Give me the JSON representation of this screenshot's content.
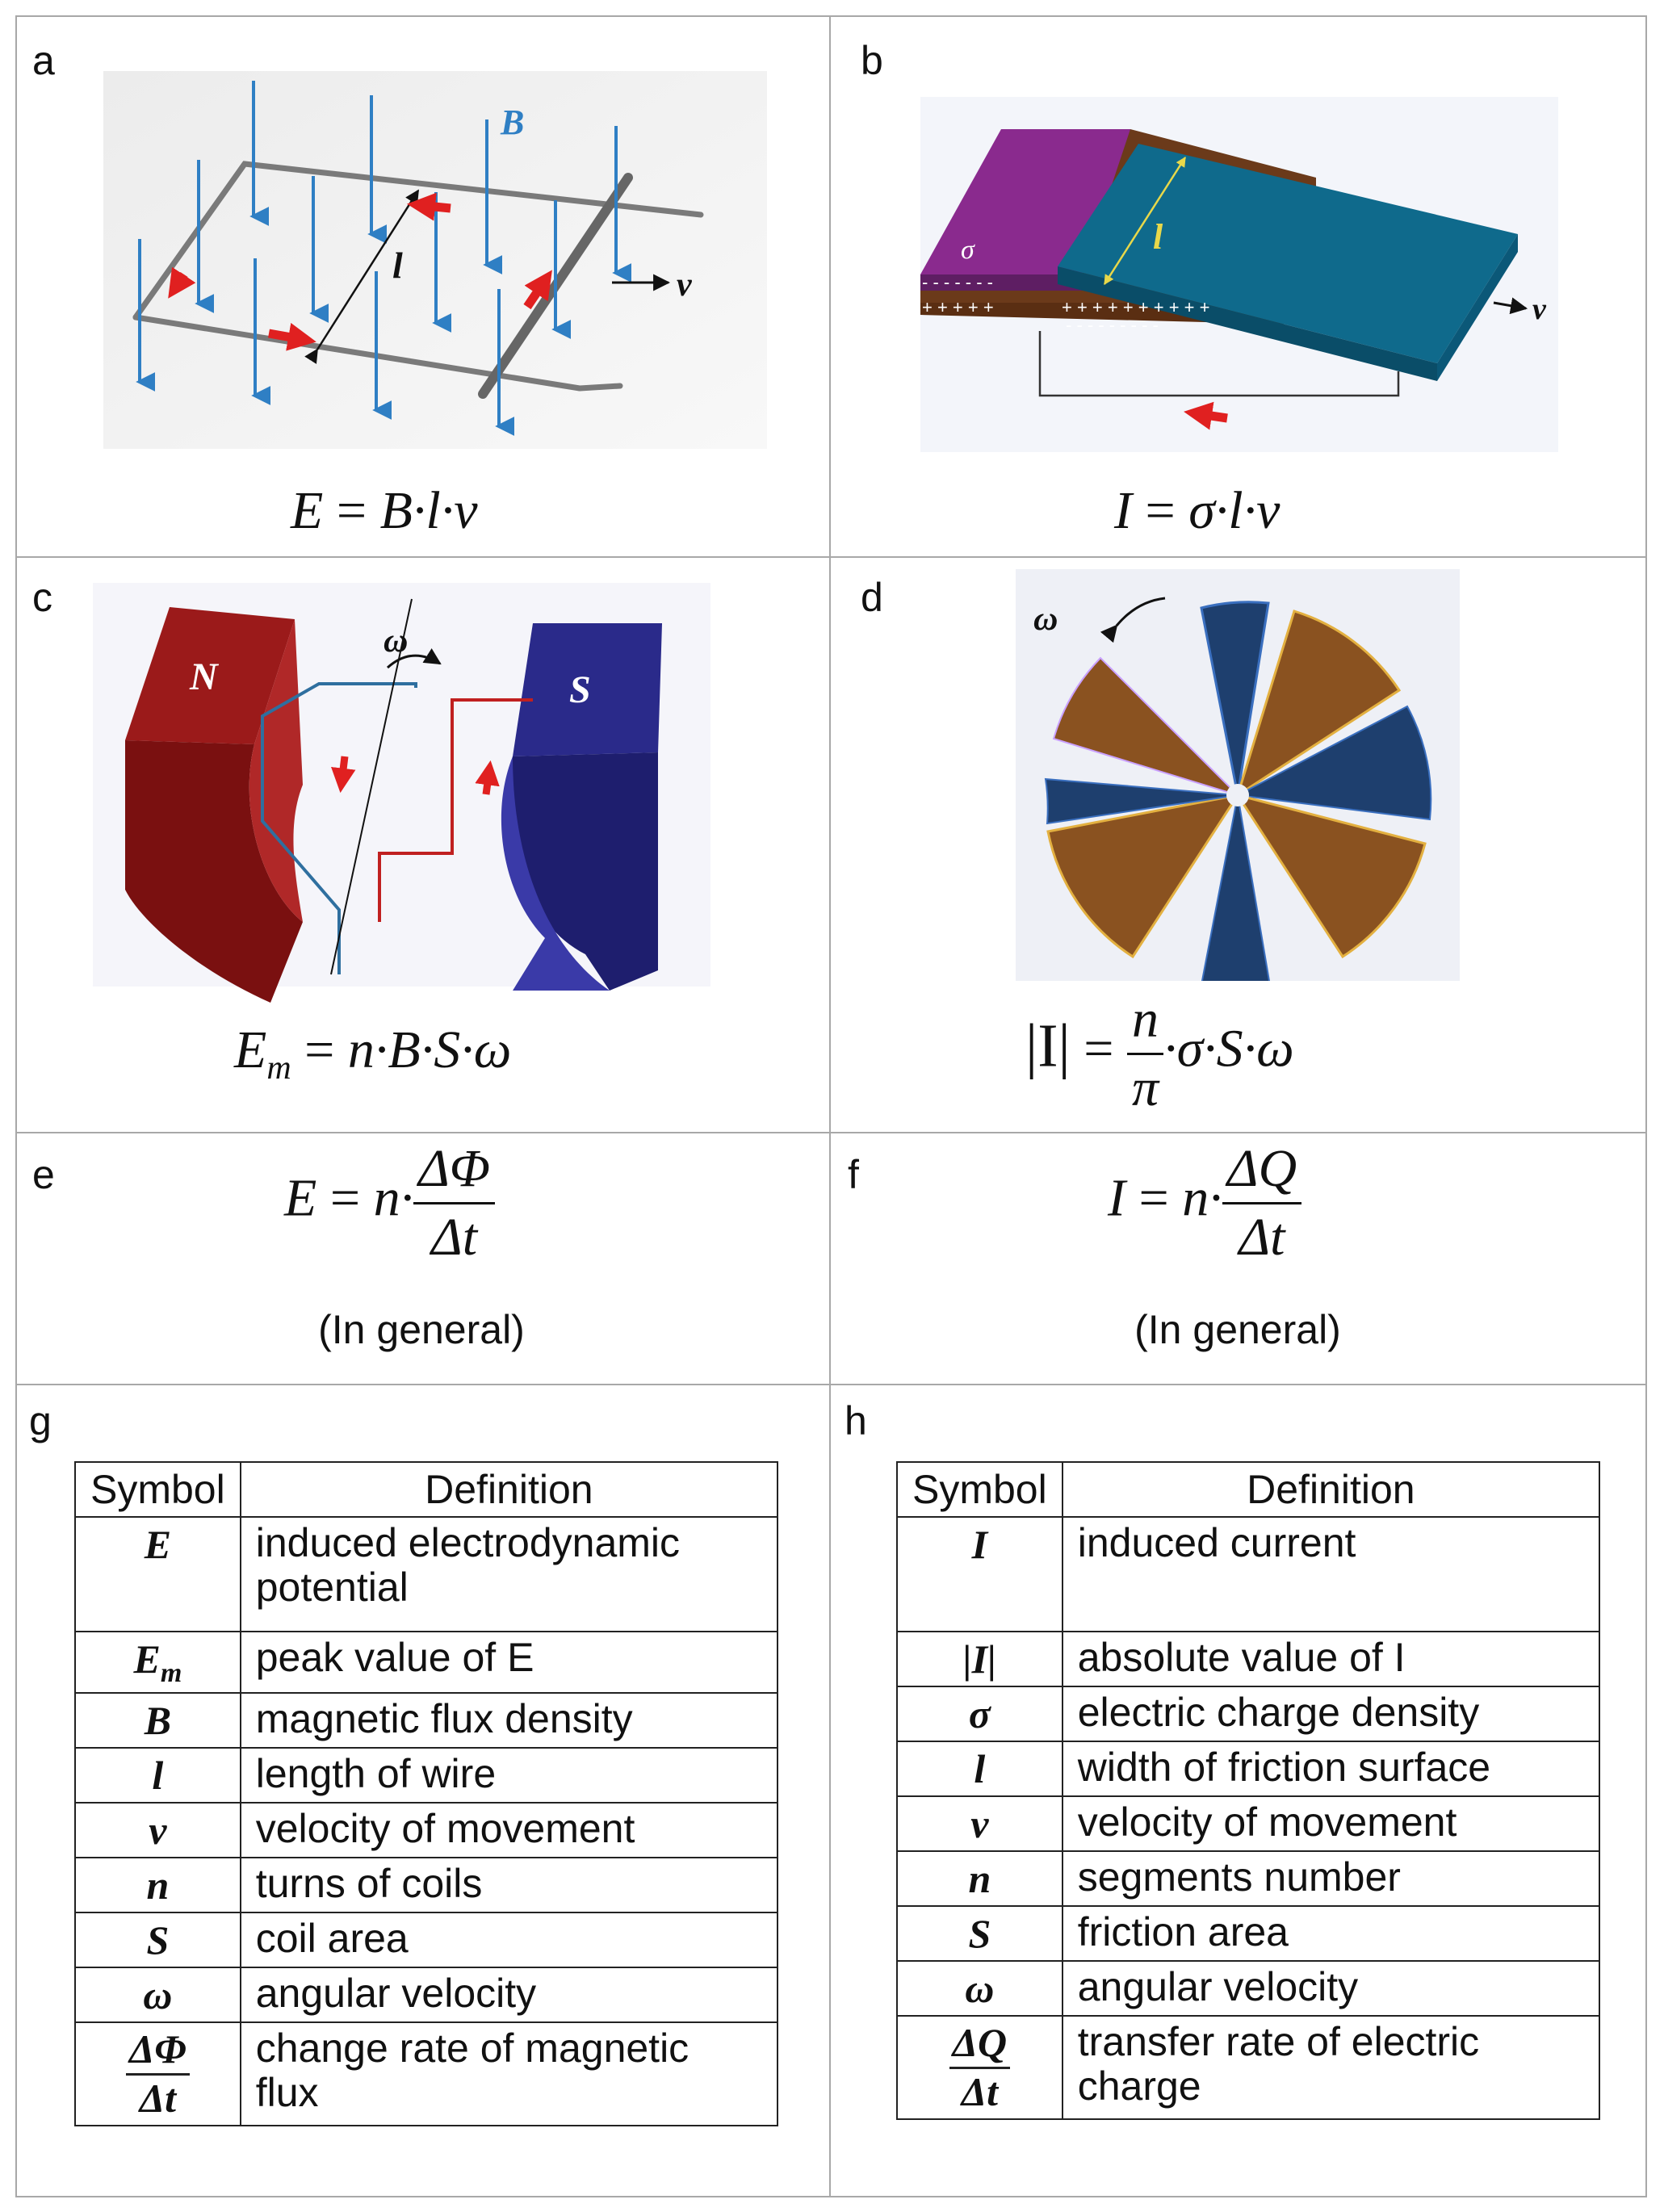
{
  "panels": {
    "a": {
      "label": "a",
      "field_label": "B",
      "length_label": "l",
      "velocity_label": "v",
      "formula": {
        "lhs": "E",
        "eq": "=",
        "rhs": "B·l·v"
      }
    },
    "b": {
      "label": "b",
      "sigma_label": "σ",
      "length_label": "l",
      "velocity_label": "v",
      "minus_row": "- - - - - - -",
      "plus_row": "+ + + + + + + + + +",
      "minus_row_lower": "- - - - - - - - -",
      "plus_row_lower": "+ + + + +",
      "formula": {
        "lhs": "I",
        "eq": "=",
        "rhs": "σ·l·v"
      }
    },
    "c": {
      "label": "c",
      "omega_label": "ω",
      "north_label": "N",
      "south_label": "S",
      "formula": {
        "lhs": "E",
        "sub": "m",
        "eq": "=",
        "rhs": "n·B·S·ω"
      }
    },
    "d": {
      "label": "d",
      "omega_label": "ω",
      "formula": {
        "lhs": "|I|",
        "eq": "=",
        "num": "n",
        "den": "π",
        "rhs": "·σ·S·ω"
      }
    },
    "e": {
      "label": "e",
      "formula": {
        "lhs": "E",
        "eq": "=",
        "coef": "n·",
        "num": "ΔΦ",
        "den": "Δt"
      },
      "note": "(In general)"
    },
    "f": {
      "label": "f",
      "formula": {
        "lhs": "I",
        "eq": "=",
        "coef": "n·",
        "num": "ΔQ",
        "den": "Δt"
      },
      "note": "(In general)"
    },
    "g": {
      "label": "g",
      "header": {
        "symbol": "Symbol",
        "definition": "Definition"
      },
      "rows": [
        {
          "symbol": "E",
          "definition": "induced electrodynamic potential"
        },
        {
          "symbol": "Em",
          "definition": "peak value of E"
        },
        {
          "symbol": "B",
          "definition": "magnetic flux density"
        },
        {
          "symbol": "l",
          "definition": "length of wire"
        },
        {
          "symbol": "v",
          "definition": "velocity of movement"
        },
        {
          "symbol": "n",
          "definition": "turns of coils"
        },
        {
          "symbol": "S",
          "definition": "coil area"
        },
        {
          "symbol": "ω",
          "definition": "angular velocity"
        },
        {
          "symbol_num": "ΔΦ",
          "symbol_den": "Δt",
          "definition": "change rate of magnetic flux"
        }
      ]
    },
    "h": {
      "label": "h",
      "header": {
        "symbol": "Symbol",
        "definition": "Definition"
      },
      "rows": [
        {
          "symbol": "I",
          "definition": "induced current"
        },
        {
          "symbol": "|I|",
          "definition": "absolute value of I"
        },
        {
          "symbol": "σ",
          "definition": "electric charge density"
        },
        {
          "symbol": "l",
          "definition": "width of friction surface"
        },
        {
          "symbol": "v",
          "definition": "velocity of movement"
        },
        {
          "symbol": "n",
          "definition": "segments number"
        },
        {
          "symbol": "S",
          "definition": "friction area"
        },
        {
          "symbol": "ω",
          "definition": "angular velocity"
        },
        {
          "symbol_num": "ΔQ",
          "symbol_den": "Δt",
          "definition": "transfer rate of electric charge"
        }
      ]
    }
  },
  "colors": {
    "field_arrow": "#2f7fc4",
    "current_arrow": "#e02020",
    "rail": "#7a7a7a",
    "purple_layer": "#8a2a8e",
    "teal_plate": "#0f6a8c",
    "brown_layer": "#6b3a1a",
    "magnet_n": "#8f1414",
    "magnet_s": "#2a2a8a",
    "disk_brown": "#8a5220",
    "disk_blue": "#1e3f6e",
    "grid_line": "#a8a8a8"
  }
}
